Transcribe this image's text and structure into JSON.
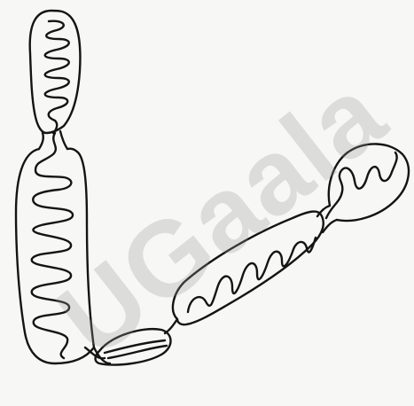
{
  "figure": {
    "subject": "chromosome-line-drawing",
    "colors": {
      "paper": "#f7f7f5",
      "ink": "#141414",
      "watermark": "#969696"
    },
    "watermark": {
      "text": "UGaala",
      "kind": "watermark"
    }
  }
}
